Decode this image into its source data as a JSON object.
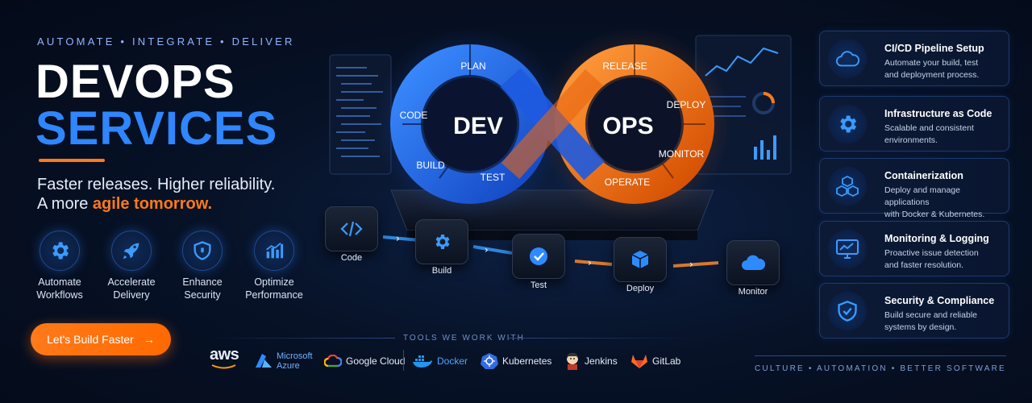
{
  "hero": {
    "eyebrow": "AUTOMATE  •  INTEGRATE  •  DELIVER",
    "title_line1": "DEVOPS",
    "title_line2": "SERVICES",
    "tagline_line1": "Faster releases. Higher reliability.",
    "tagline_line2_prefix": "A more ",
    "tagline_line2_accent": "agile tomorrow.",
    "cta_label": "Let's Build Faster",
    "cta_arrow": "→",
    "colors": {
      "accent": "#ff7a1a",
      "brand_blue": "#2f86ff"
    }
  },
  "features": [
    {
      "icon": "gear-icon",
      "label_line1": "Automate",
      "label_line2": "Workflows"
    },
    {
      "icon": "rocket-icon",
      "label_line1": "Accelerate",
      "label_line2": "Delivery"
    },
    {
      "icon": "shield-icon",
      "label_line1": "Enhance",
      "label_line2": "Security"
    },
    {
      "icon": "bar-chart-icon",
      "label_line1": "Optimize",
      "label_line2": "Performance"
    }
  ],
  "loop": {
    "dev_label": "DEV",
    "ops_label": "OPS",
    "dev_stages": [
      "PLAN",
      "CODE",
      "BUILD",
      "TEST"
    ],
    "ops_stages": [
      "RELEASE",
      "DEPLOY",
      "MONITOR",
      "OPERATE"
    ]
  },
  "pipeline": [
    {
      "icon": "code-icon",
      "label": "Code"
    },
    {
      "icon": "gear-icon",
      "label": "Build"
    },
    {
      "icon": "check-circle-icon",
      "label": "Test"
    },
    {
      "icon": "cube-icon",
      "label": "Deploy"
    },
    {
      "icon": "cloud-icon",
      "label": "Monitor"
    }
  ],
  "tools": {
    "heading": "TOOLS WE WORK WITH",
    "aws": "aws",
    "azure_line1": "Microsoft",
    "azure_line2": "Azure",
    "google": "Google Cloud",
    "docker": "Docker",
    "kubernetes": "Kubernetes",
    "jenkins": "Jenkins",
    "gitlab": "GitLab"
  },
  "services": [
    {
      "icon": "cloud-icon",
      "title": "CI/CD Pipeline Setup",
      "desc_line1": "Automate your build, test",
      "desc_line2": "and deployment process."
    },
    {
      "icon": "gear-icon",
      "title": "Infrastructure as Code",
      "desc_line1": "Scalable and consistent",
      "desc_line2": "environments."
    },
    {
      "icon": "cubes-icon",
      "title": "Containerization",
      "desc_line1": "Deploy and manage applications",
      "desc_line2": "with Docker & Kubernetes."
    },
    {
      "icon": "monitor-chart-icon",
      "title": "Monitoring & Logging",
      "desc_line1": "Proactive issue detection",
      "desc_line2": "and faster resolution."
    },
    {
      "icon": "shield-check-icon",
      "title": "Security & Compliance",
      "desc_line1": "Build secure and reliable",
      "desc_line2": "systems by design."
    }
  ],
  "footer_tagline": "CULTURE  •  AUTOMATION  •  BETTER SOFTWARE"
}
